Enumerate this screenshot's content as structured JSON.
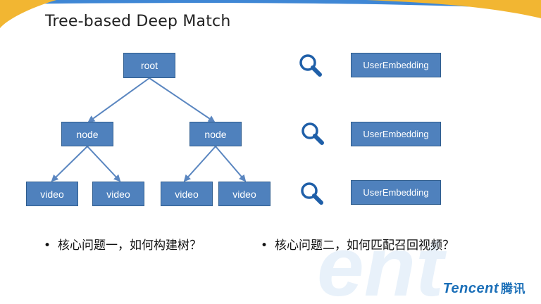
{
  "title": "Tree-based Deep Match",
  "tree": {
    "root": "root",
    "level1": [
      "node",
      "node"
    ],
    "level2": [
      "video",
      "video",
      "video",
      "video"
    ]
  },
  "embeddings": [
    "UserEmbedding",
    "UserEmbedding",
    "UserEmbedding"
  ],
  "bullets": [
    "核心问题一，如何构建树？",
    "核心问题二，如何匹配召回视频？"
  ],
  "bullet_symbol": "•",
  "logo": {
    "en": "Tencent",
    "cn": "腾讯"
  },
  "colors": {
    "node_fill": "#4f81bd",
    "node_border": "#2f5d8e",
    "edge": "#5a86c0",
    "icon": "#1f5fa8"
  },
  "icons": [
    "magnifier-icon",
    "magnifier-icon",
    "magnifier-icon"
  ]
}
